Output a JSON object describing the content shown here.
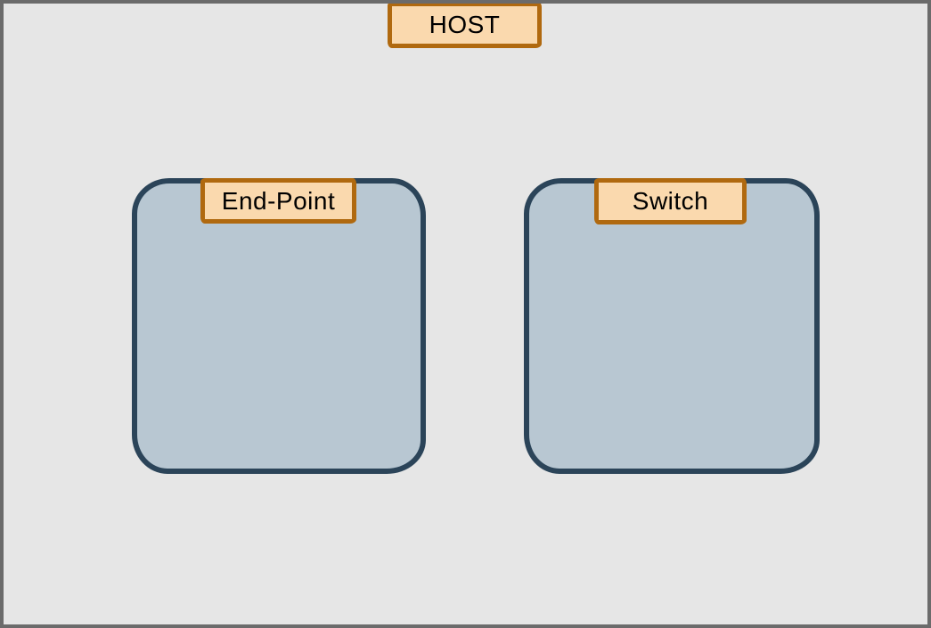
{
  "diagram": {
    "type": "network-diagram",
    "host": {
      "label": "HOST"
    },
    "containers": [
      {
        "id": "end-point",
        "label": "End-Point"
      },
      {
        "id": "switch",
        "label": "Switch"
      }
    ],
    "colors": {
      "canvas_background": "#E6E6E6",
      "frame_border": "#6B6B6B",
      "label_fill": "#FAD9AE",
      "label_border": "#B0690F",
      "container_fill": "#B8C7D2",
      "container_border": "#2B4459",
      "text": "#000000"
    }
  }
}
